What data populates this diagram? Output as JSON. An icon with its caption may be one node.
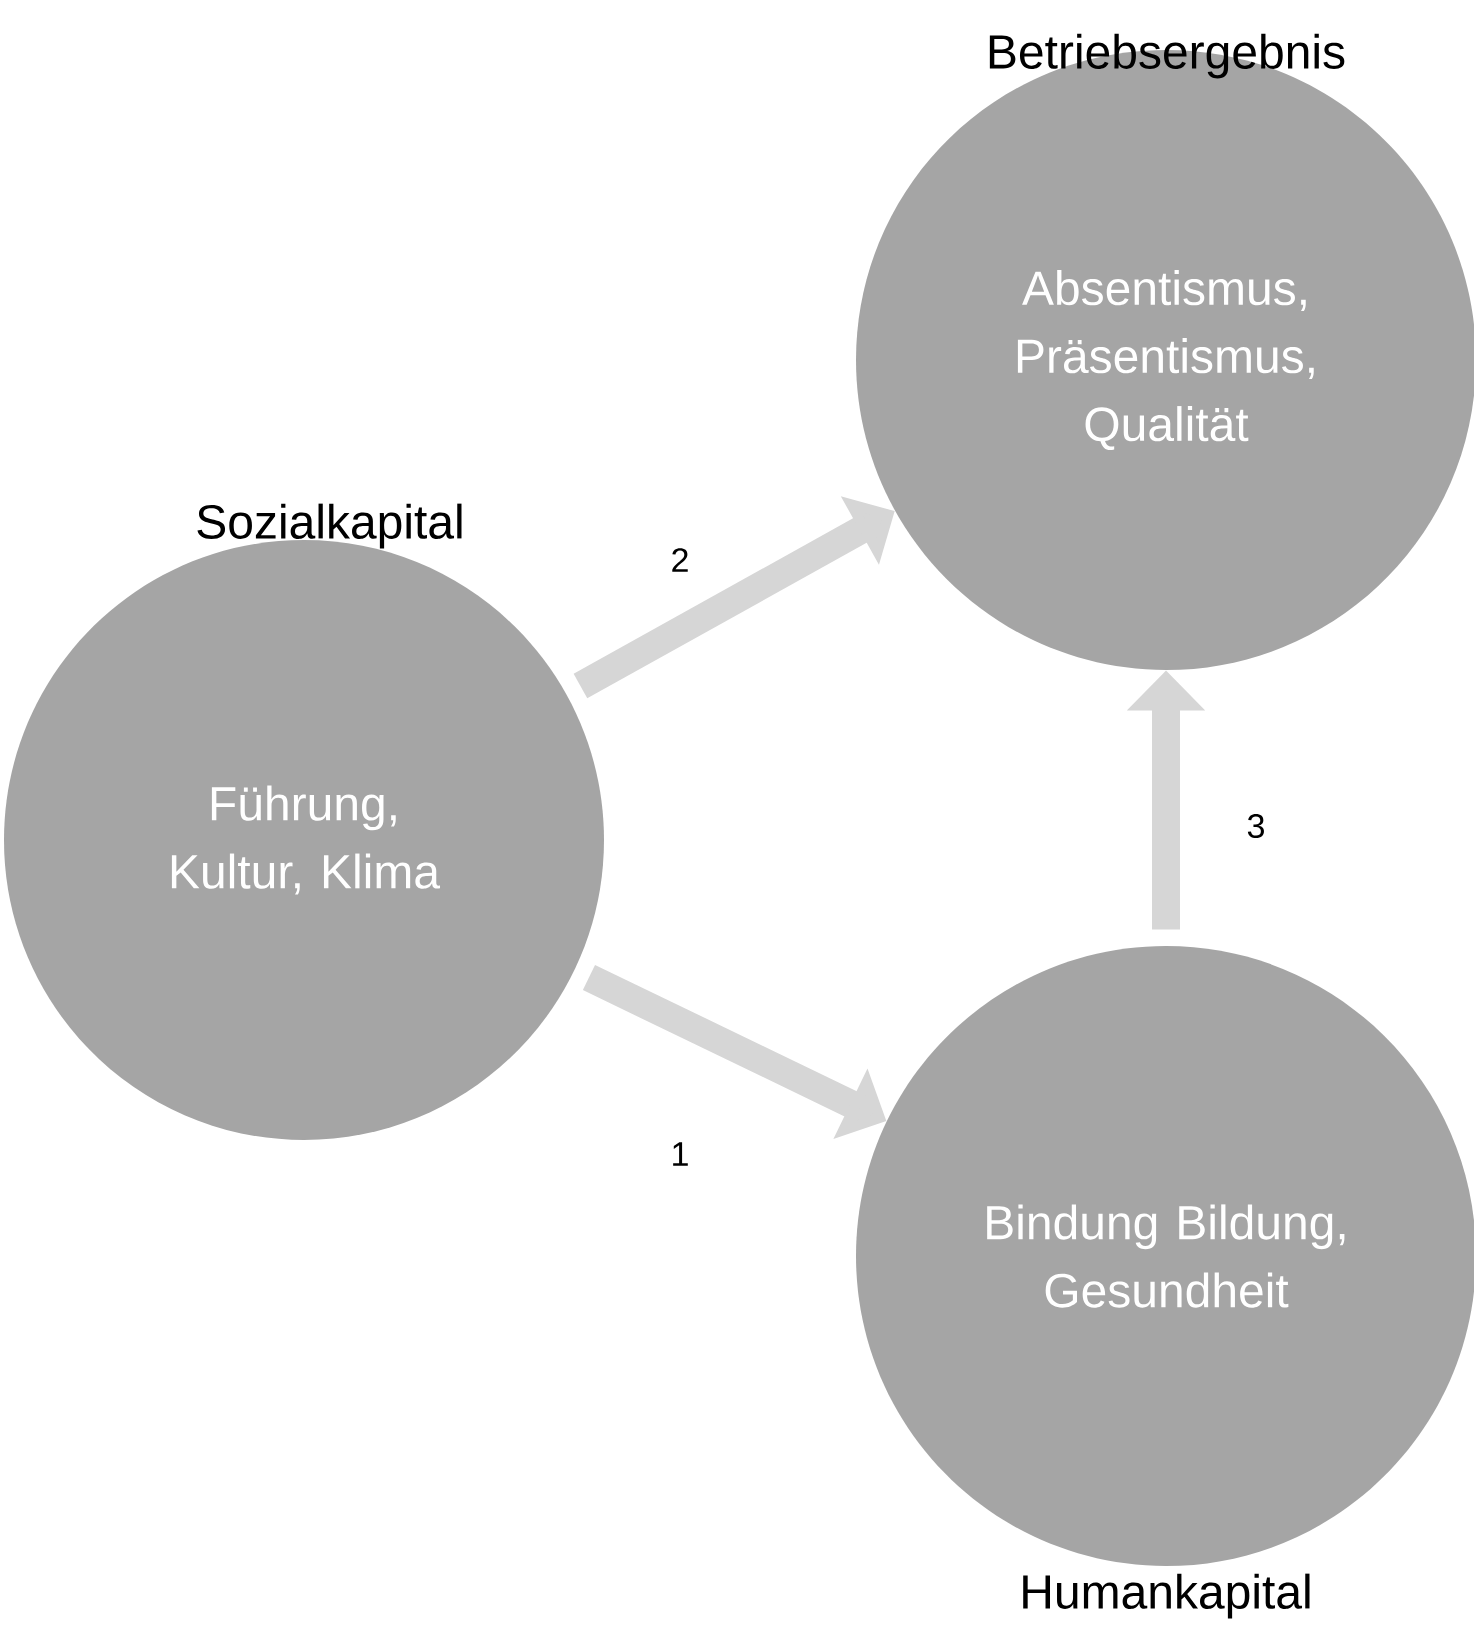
{
  "diagram": {
    "nodes": [
      {
        "text": [
          "Sozialkapital",
          "Führung, Kultur, Klima"
        ]
      },
      {
        "text": [
          "Betriebsergebnis",
          "Absentismus, Präsentismus, Qualität"
        ]
      },
      {
        "text": [
          "Bindung Bildung, Gesundheit",
          "Humankapital"
        ]
      }
    ],
    "edges": [
      {
        "from": 0,
        "to": 1,
        "arrow": "to",
        "label": "2"
      },
      {
        "from": 0,
        "to": 2,
        "arrow": "to",
        "label": "1"
      },
      {
        "from": 2,
        "to": 1,
        "arrow": "to",
        "label": "3"
      }
    ]
  }
}
